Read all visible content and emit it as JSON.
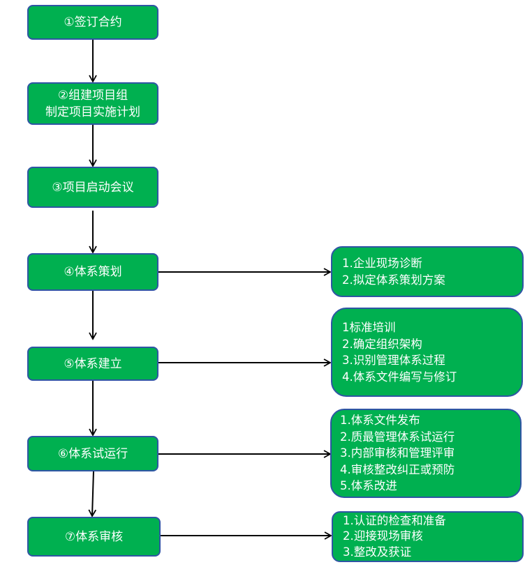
{
  "diagram": {
    "steps": [
      {
        "id": "step1",
        "lines": [
          "①签订合约"
        ]
      },
      {
        "id": "step2",
        "lines": [
          "②组建项目组",
          "制定项目实施计划"
        ]
      },
      {
        "id": "step3",
        "lines": [
          "③项目启动会议"
        ]
      },
      {
        "id": "step4",
        "lines": [
          "④体系策划"
        ]
      },
      {
        "id": "step5",
        "lines": [
          "⑤体系建立"
        ]
      },
      {
        "id": "step6",
        "lines": [
          "⑥体系试运行"
        ]
      },
      {
        "id": "step7",
        "lines": [
          "⑦体系审核"
        ]
      }
    ],
    "details": [
      {
        "from": "step4",
        "lines": [
          "1.企业现场诊断",
          "2.拟定体系策划方案"
        ]
      },
      {
        "from": "step5",
        "lines": [
          "1标准培训",
          "2.确定组织架构",
          "3.识别管理体系过程",
          "4.体系文件编写与修订"
        ]
      },
      {
        "from": "step6",
        "lines": [
          "1.体系文件发布",
          "2.质最管理体系试运行",
          "3.内部审核和管理评审",
          "4.审核整改纠正或预防",
          "5.体系改进"
        ]
      },
      {
        "from": "step7",
        "lines": [
          "1.认证的检查和准备",
          "2.迎接现场审核",
          "3.整改及获证"
        ]
      }
    ],
    "colors": {
      "fill": "#00b050",
      "border": "#2f55a4",
      "text": "#ffffff",
      "arrow": "#000000"
    }
  }
}
